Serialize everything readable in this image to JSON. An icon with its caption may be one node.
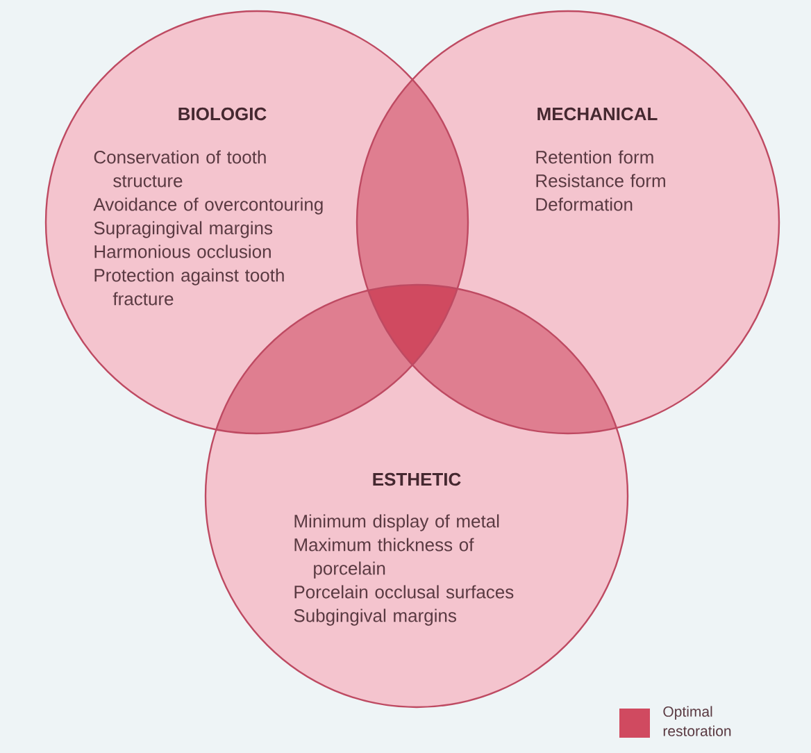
{
  "diagram": {
    "nodes": [
      {
        "text": [
          "BIOLOGIC",
          "Conservation of tooth structure",
          "Avoidance of overcontouring",
          "Supragingival margins",
          "Harmonious occlusion",
          "Protection against tooth fracture"
        ]
      },
      {
        "text": [
          "MECHANICAL",
          "Retention form",
          "Resistance form",
          "Deformation"
        ]
      },
      {
        "text": [
          "ESTHETIC",
          "Minimum display of metal",
          "Maximum thickness of porcelain",
          "Porcelain occlusal surfaces",
          "Subgingival margins"
        ]
      }
    ],
    "legend": [
      {
        "text": "Optimal restoration",
        "color": "#d04a60"
      }
    ]
  }
}
